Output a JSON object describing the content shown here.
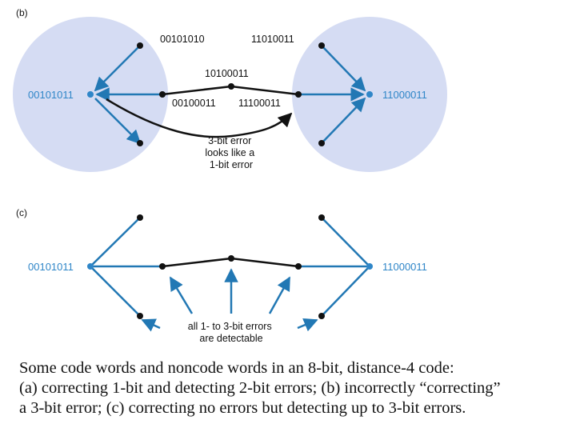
{
  "colors": {
    "region_fill": "#d5dcf3",
    "codeword": "#2f86c8",
    "arrow_blue": "#2278b4",
    "dot": "#111111",
    "line": "#111111"
  },
  "panel_b": {
    "label": "(b)",
    "left_codeword": "00101011",
    "right_codeword": "11000011",
    "word_top_left": "00101010",
    "word_top_right": "11010011",
    "word_center_top": "10100011",
    "word_center_left": "00100011",
    "word_center_right": "11100011",
    "note_lines": [
      "3-bit error",
      "looks like a",
      "1-bit error"
    ]
  },
  "panel_c": {
    "label": "(c)",
    "left_codeword": "00101011",
    "right_codeword": "11000011",
    "note_lines": [
      "all 1- to 3-bit errors",
      "are detectable"
    ]
  },
  "caption": {
    "lines": [
      "Some code words and noncode words in an 8-bit, distance-4 code:",
      "(a) correcting 1-bit and detecting 2-bit errors; (b) incorrectly “correcting”",
      "a 3-bit error; (c) correcting no errors but detecting up to 3-bit errors."
    ]
  }
}
